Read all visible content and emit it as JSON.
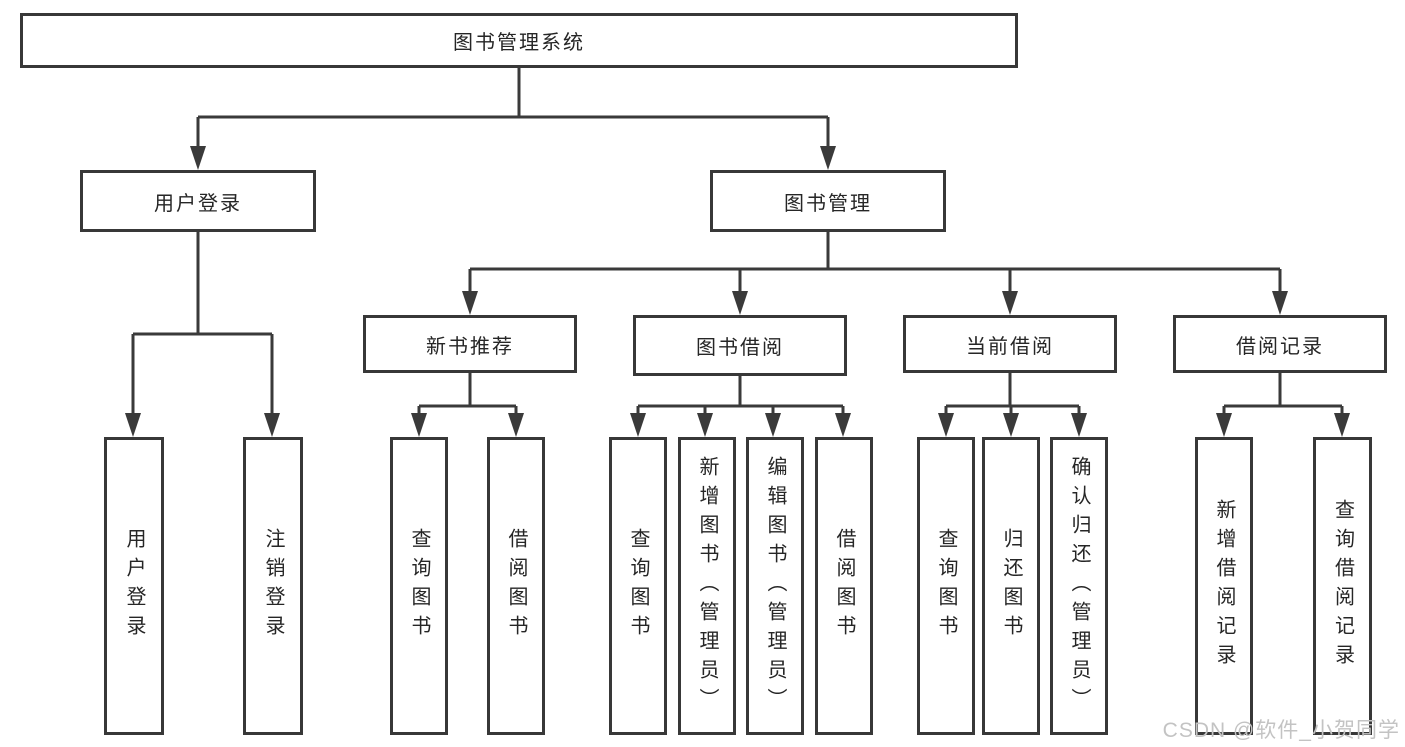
{
  "diagram": {
    "root": {
      "label": "图书管理系统"
    },
    "modules": [
      {
        "label": "用户登录",
        "children": [
          {
            "label": "用户登录"
          },
          {
            "label": "注销登录"
          }
        ]
      },
      {
        "label": "图书管理",
        "sections": [
          {
            "label": "新书推荐",
            "children": [
              {
                "label": "查询图书"
              },
              {
                "label": "借阅图书"
              }
            ]
          },
          {
            "label": "图书借阅",
            "children": [
              {
                "label": "查询图书"
              },
              {
                "label": "新增图书（管理员）"
              },
              {
                "label": "编辑图书（管理员）"
              },
              {
                "label": "借阅图书"
              }
            ]
          },
          {
            "label": "当前借阅",
            "children": [
              {
                "label": "查询图书"
              },
              {
                "label": "归还图书"
              },
              {
                "label": "确认归还（管理员）"
              }
            ]
          },
          {
            "label": "借阅记录",
            "children": [
              {
                "label": "新增借阅记录"
              },
              {
                "label": "查询借阅记录"
              }
            ]
          }
        ]
      }
    ]
  },
  "watermark": {
    "text": "CSDN @软件_小贺同学"
  },
  "colors": {
    "line": "#3a3a3a",
    "border": "#383838",
    "text": "#262626",
    "watermark": "#c3c3c3",
    "background": "#ffffff"
  }
}
